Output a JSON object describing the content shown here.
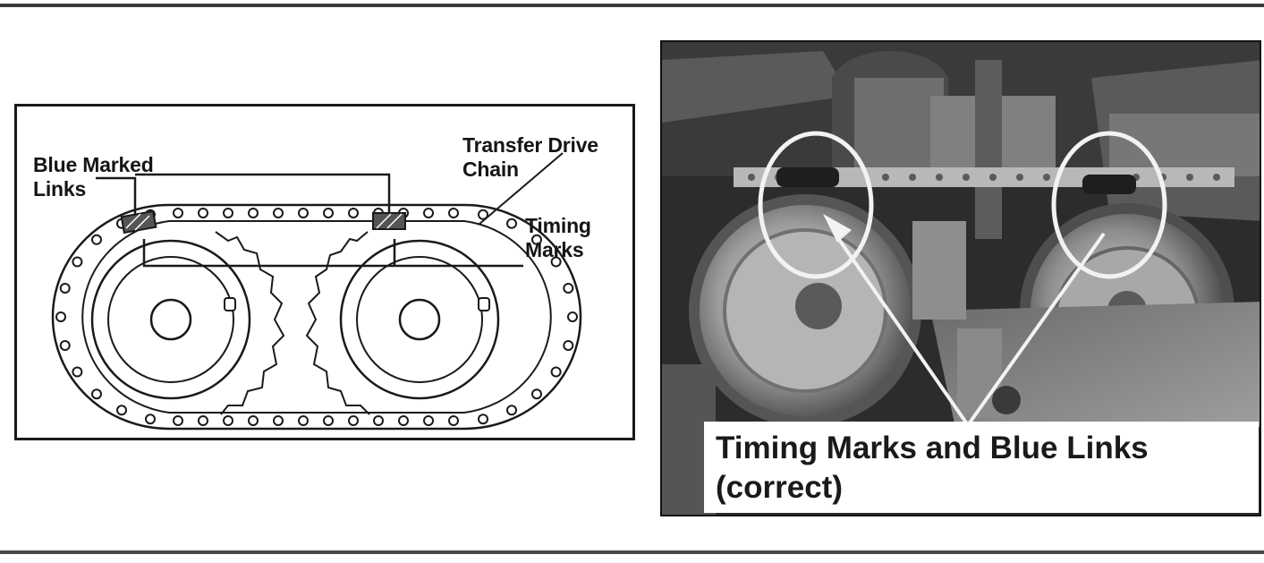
{
  "diagram": {
    "labels": {
      "blue_marked_links": "Blue Marked\nLinks",
      "transfer_drive_chain": "Transfer Drive\nChain",
      "timing_marks": "Timing\nMarks"
    }
  },
  "photo": {
    "caption": "Timing Marks and Blue Links\n(correct)"
  }
}
